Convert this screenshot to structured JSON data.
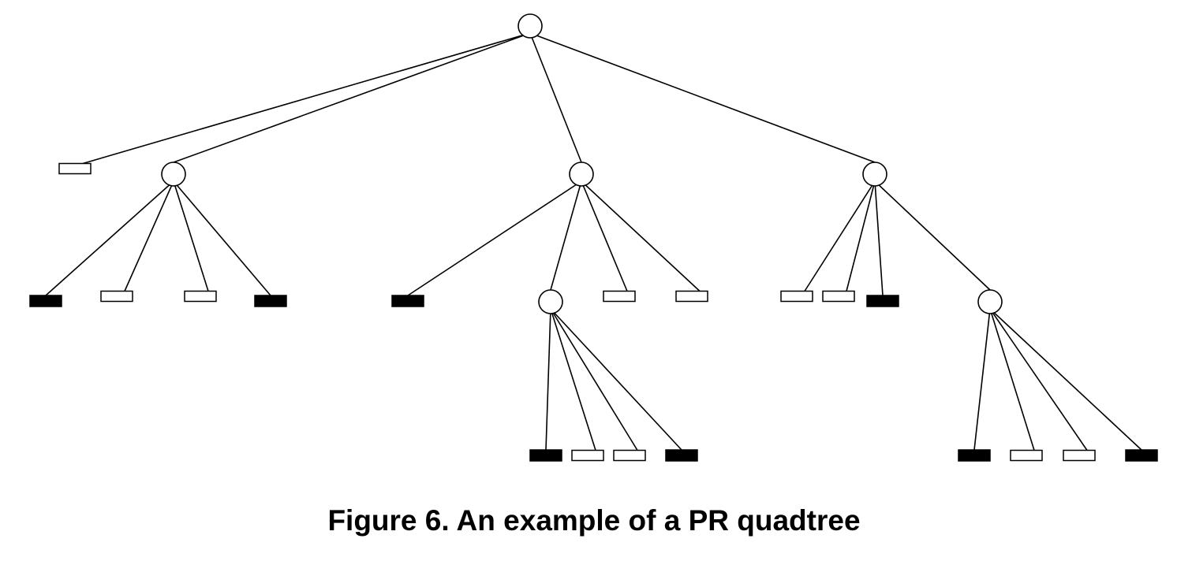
{
  "caption": "Figure 6. An example of a PR quadtree",
  "legend_colors": {
    "full_leaf": "#000000",
    "empty_leaf": "#ffffff",
    "line": "#000000"
  },
  "tree": {
    "children": [
      {
        "leaf": "empty"
      },
      {
        "children": [
          {
            "leaf": "full"
          },
          {
            "leaf": "empty"
          },
          {
            "leaf": "empty"
          },
          {
            "leaf": "full"
          }
        ]
      },
      {
        "children": [
          {
            "leaf": "full"
          },
          {
            "children": [
              {
                "leaf": "full"
              },
              {
                "leaf": "empty"
              },
              {
                "leaf": "empty"
              },
              {
                "leaf": "full"
              }
            ]
          },
          {
            "leaf": "empty"
          },
          {
            "leaf": "empty"
          }
        ]
      },
      {
        "children": [
          {
            "leaf": "empty"
          },
          {
            "leaf": "empty"
          },
          {
            "leaf": "full"
          },
          {
            "children": [
              {
                "leaf": "full"
              },
              {
                "leaf": "empty"
              },
              {
                "leaf": "empty"
              },
              {
                "leaf": "full"
              }
            ]
          }
        ]
      }
    ]
  }
}
